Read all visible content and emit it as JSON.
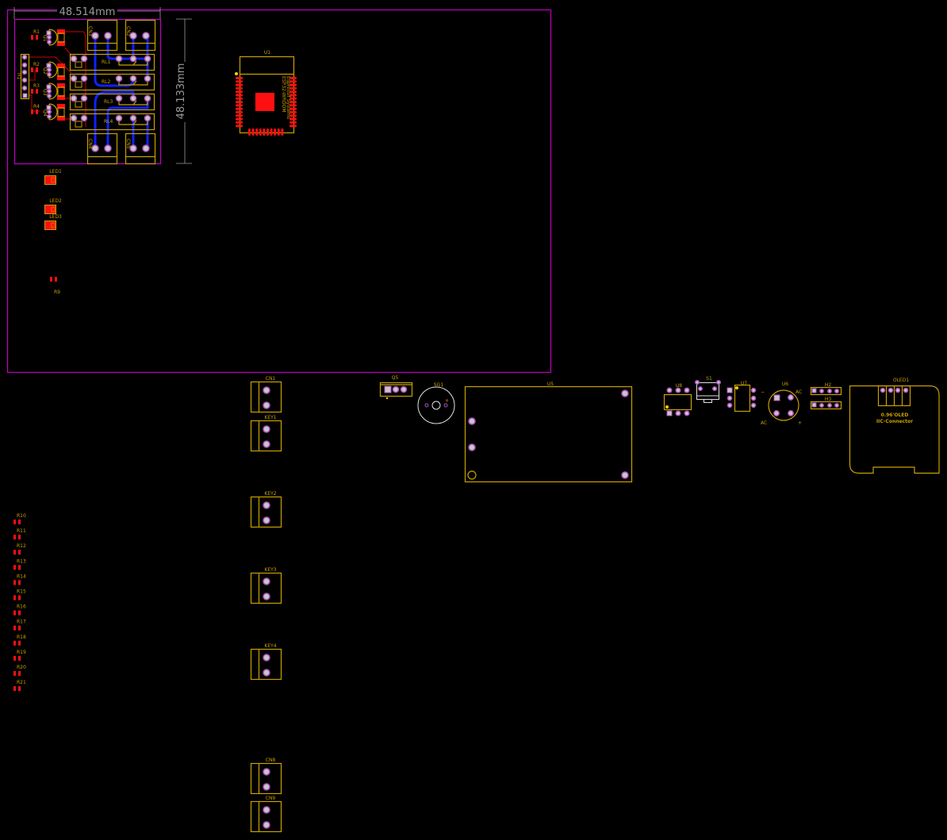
{
  "colors": {
    "board_outline": "#c000c0",
    "silkscreen": "#c8a000",
    "copper_top": "#ff1010",
    "copper_bottom": "#1020ff",
    "pad_ring": "#b050c0",
    "background": "#000000"
  },
  "dimensions": {
    "width": "48.514mm",
    "height": "48.133mm"
  },
  "board": {
    "connectors_top": [
      "CN3",
      "CN2"
    ],
    "connectors_bottom": [
      "CN4",
      "CN5"
    ],
    "relays": [
      "RL1",
      "RL2",
      "RL3",
      "RL4"
    ],
    "header": "H1",
    "transistors": [
      "Q1",
      "Q2",
      "Q3",
      "Q4"
    ],
    "resistors": [
      "R1",
      "R2",
      "R3",
      "R4"
    ],
    "diodes": [
      "D1",
      "D2",
      "D3",
      "D4"
    ]
  },
  "u1": {
    "ref": "U1",
    "part": "ESP32-WROOM",
    "maker": "Espressif Systems"
  },
  "leds": [
    "LED1",
    "LED2",
    "LED3"
  ],
  "r9": "R9",
  "terminal_blocks": [
    "CN1",
    "KEY1",
    "KEY2",
    "KEY3",
    "KEY4",
    "CN8",
    "CN9"
  ],
  "resistor_column": [
    "R10",
    "R11",
    "R12",
    "R13",
    "R14",
    "R15",
    "R16",
    "R17",
    "R18",
    "R19",
    "R20",
    "R21"
  ],
  "parts": {
    "q5": "Q5",
    "sg1": "SG1",
    "u5": "U5",
    "u8": "U8",
    "s1": "S1",
    "u7": "U7",
    "u6": "U6",
    "h2": "H2",
    "h3": "H3",
    "oled": "OLED1",
    "oled_line1": "0.96'OLED",
    "oled_line2": "IIC-Connector",
    "u6_minus": "−",
    "u6_ac1": "AC",
    "u6_ac2": "AC",
    "u6_plus": "+",
    "sg1_plus": "+"
  }
}
